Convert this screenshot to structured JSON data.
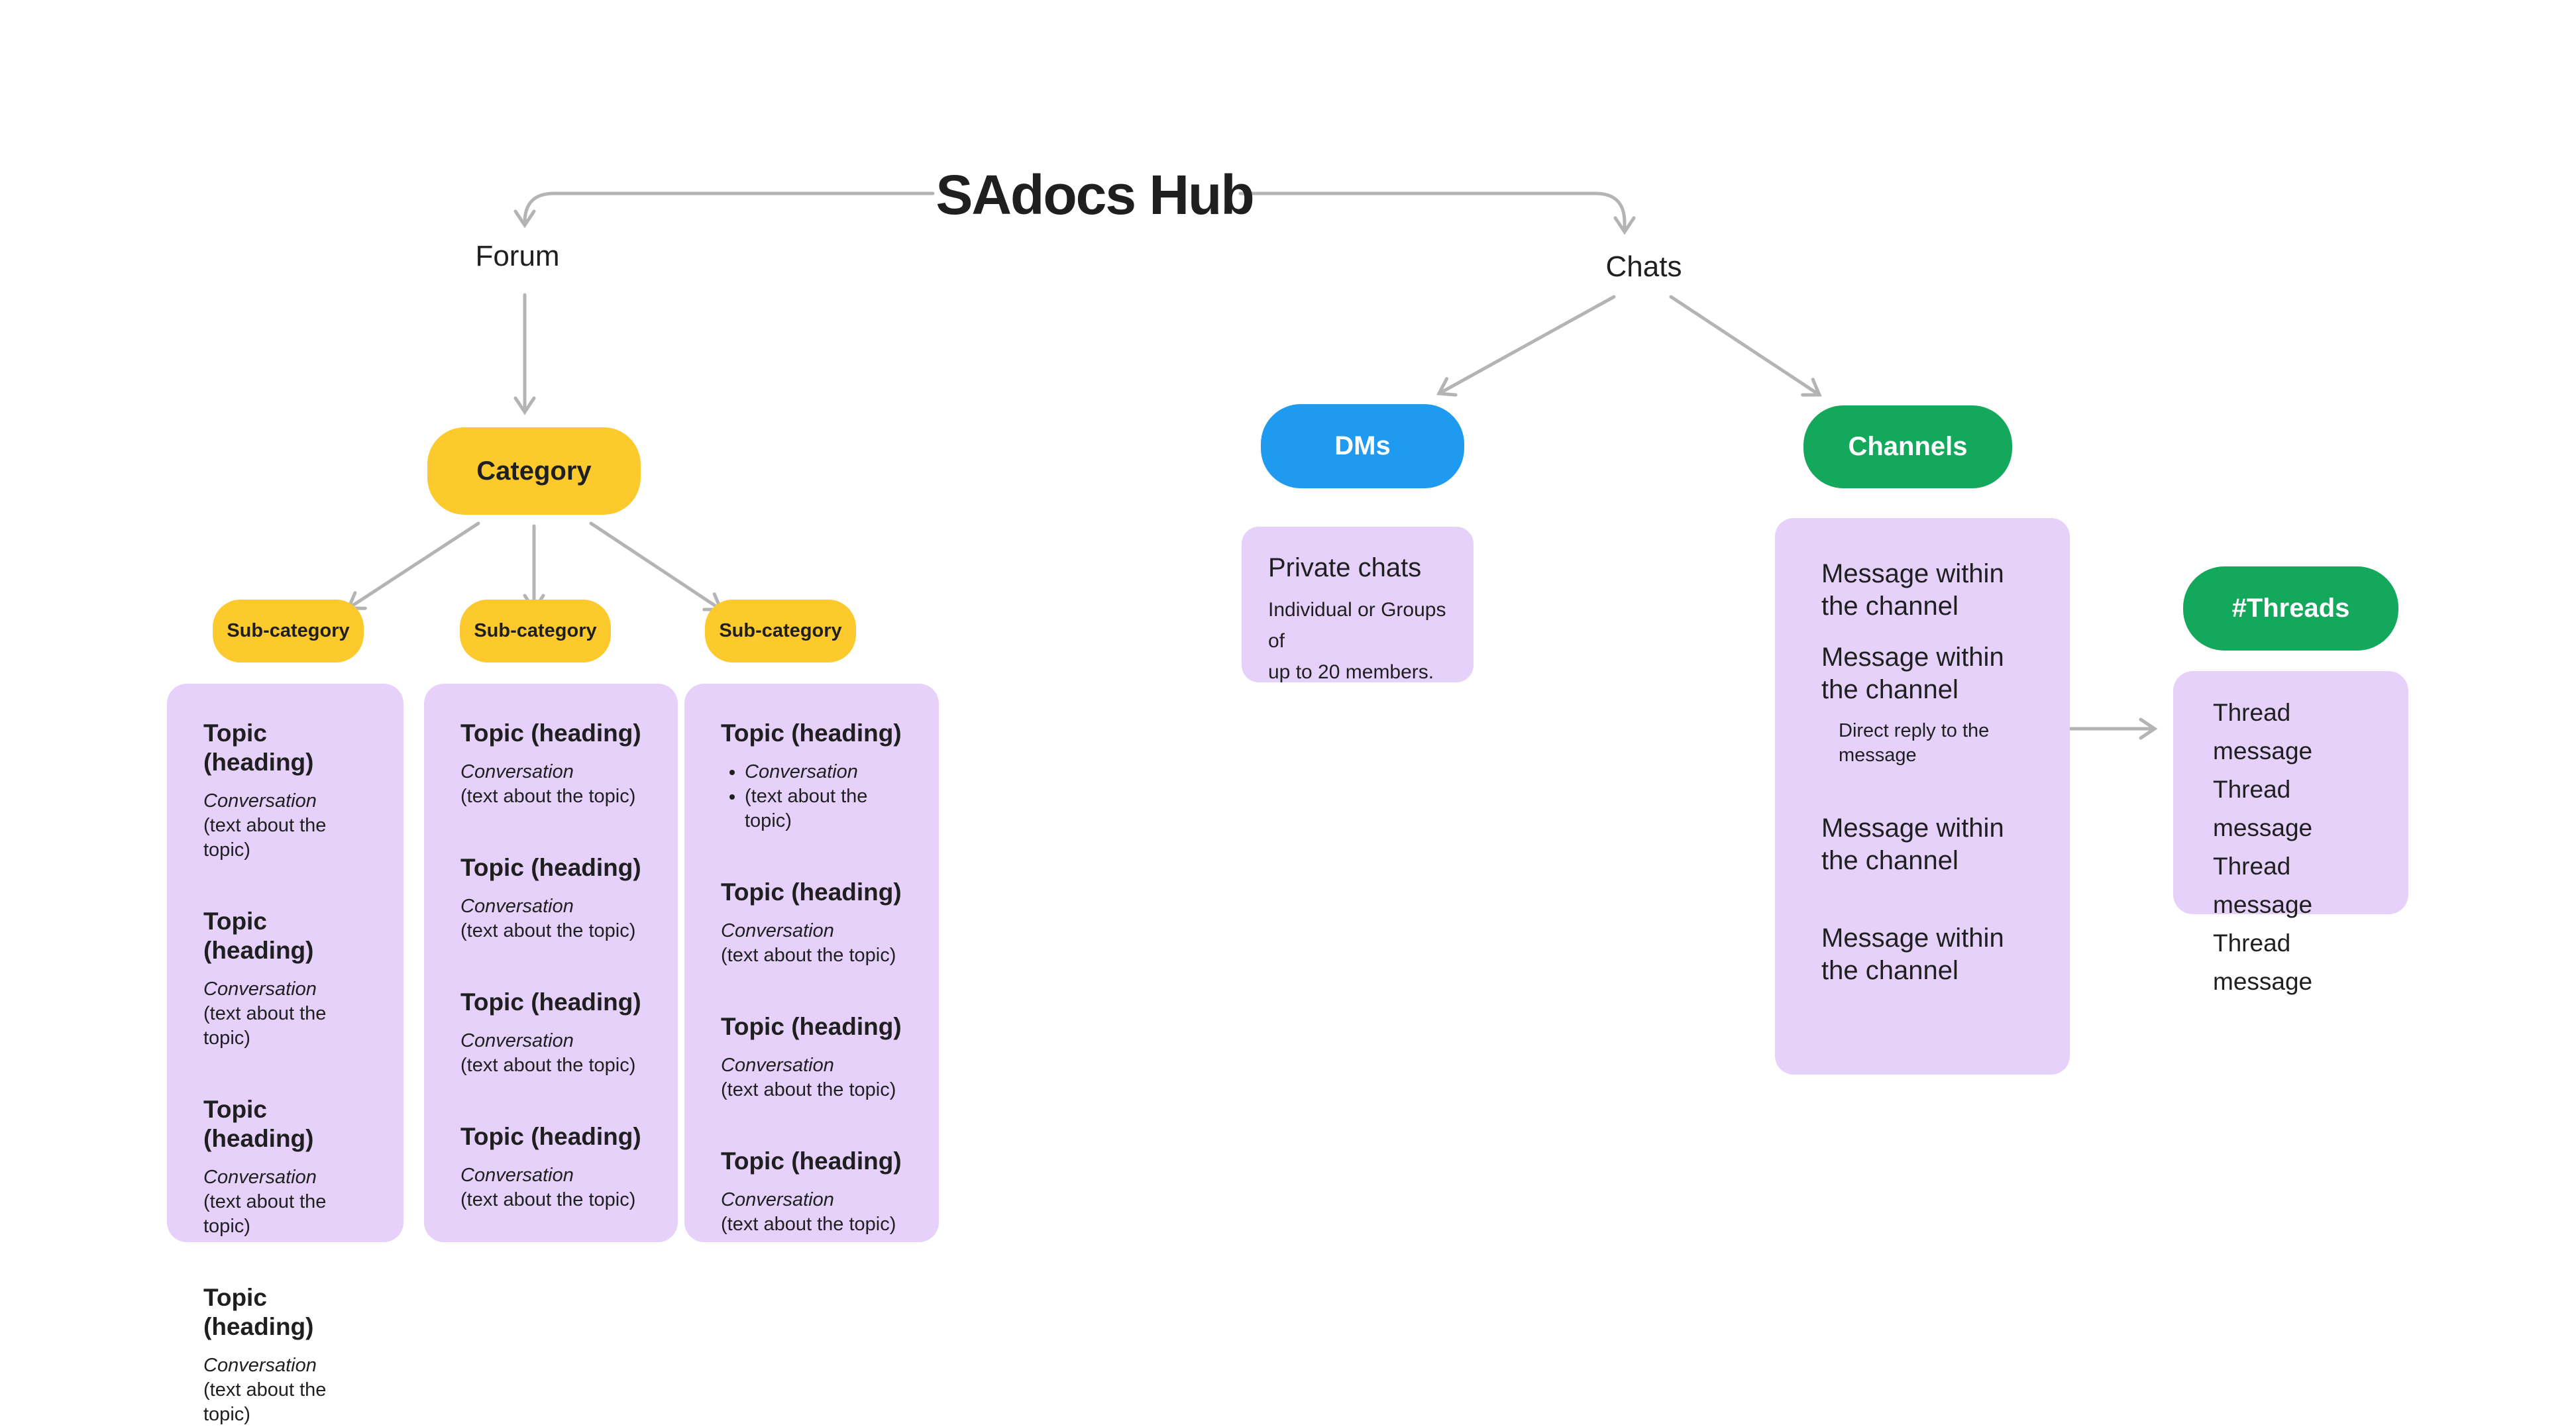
{
  "title": "SAdocs Hub",
  "colors": {
    "yellow": "#FCCA2D",
    "purple": "#E5D1F9",
    "blue": "#1E9BF0",
    "green": "#14A85C",
    "arrow": "#B4B4B4",
    "ink": "#1F1F1F",
    "pill-text-light": "#FFFFFF"
  },
  "branches": {
    "forum": {
      "label": "Forum",
      "category_label": "Category",
      "subcategory_labels": [
        "Sub-category",
        "Sub-category",
        "Sub-category"
      ],
      "panels": [
        {
          "topics": [
            {
              "heading": "Topic (heading)",
              "conversation": "Conversation",
              "note": "(text about the topic)"
            },
            {
              "heading": "Topic (heading)",
              "conversation": "Conversation",
              "note": "(text about the topic)"
            },
            {
              "heading": "Topic (heading)",
              "conversation": "Conversation",
              "note": "(text about the topic)"
            },
            {
              "heading": "Topic (heading)",
              "conversation": "Conversation",
              "note": "(text about the topic)"
            }
          ]
        },
        {
          "topics": [
            {
              "heading": "Topic (heading)",
              "conversation": "Conversation",
              "note": "(text about the topic)"
            },
            {
              "heading": "Topic (heading)",
              "conversation": "Conversation",
              "note": "(text about the topic)"
            },
            {
              "heading": "Topic (heading)",
              "conversation": "Conversation",
              "note": "(text about the topic)"
            },
            {
              "heading": "Topic (heading)",
              "conversation": "Conversation",
              "note": "(text about the topic)"
            }
          ]
        },
        {
          "topics": [
            {
              "heading": "Topic (heading)",
              "conversation": "Conversation",
              "note": "(text about the topic)"
            },
            {
              "heading": "Topic (heading)",
              "conversation": "Conversation",
              "note": "(text about the topic)"
            },
            {
              "heading": "Topic (heading)",
              "conversation": "Conversation",
              "note": "(text about the topic)"
            },
            {
              "heading": "Topic (heading)",
              "conversation": "Conversation",
              "note": "(text about the topic)"
            }
          ]
        }
      ]
    },
    "chats": {
      "label": "Chats",
      "dms": {
        "label": "DMs",
        "panel": {
          "heading": "Private chats",
          "line1": "Individual or Groups of",
          "line2": "up to 20 members."
        }
      },
      "channels": {
        "label": "Channels",
        "messages": [
          {
            "line1": "Message within",
            "line2": "the channel"
          },
          {
            "line1": "Message within",
            "line2": "the channel"
          },
          {
            "line1": "Message within",
            "line2": "the channel"
          },
          {
            "line1": "Message within",
            "line2": "the channel"
          }
        ],
        "direct_reply": "Direct reply to the message"
      },
      "threads": {
        "label": "#Threads",
        "messages": [
          "Thread message",
          "Thread message",
          "Thread message",
          "Thread message"
        ]
      }
    }
  }
}
